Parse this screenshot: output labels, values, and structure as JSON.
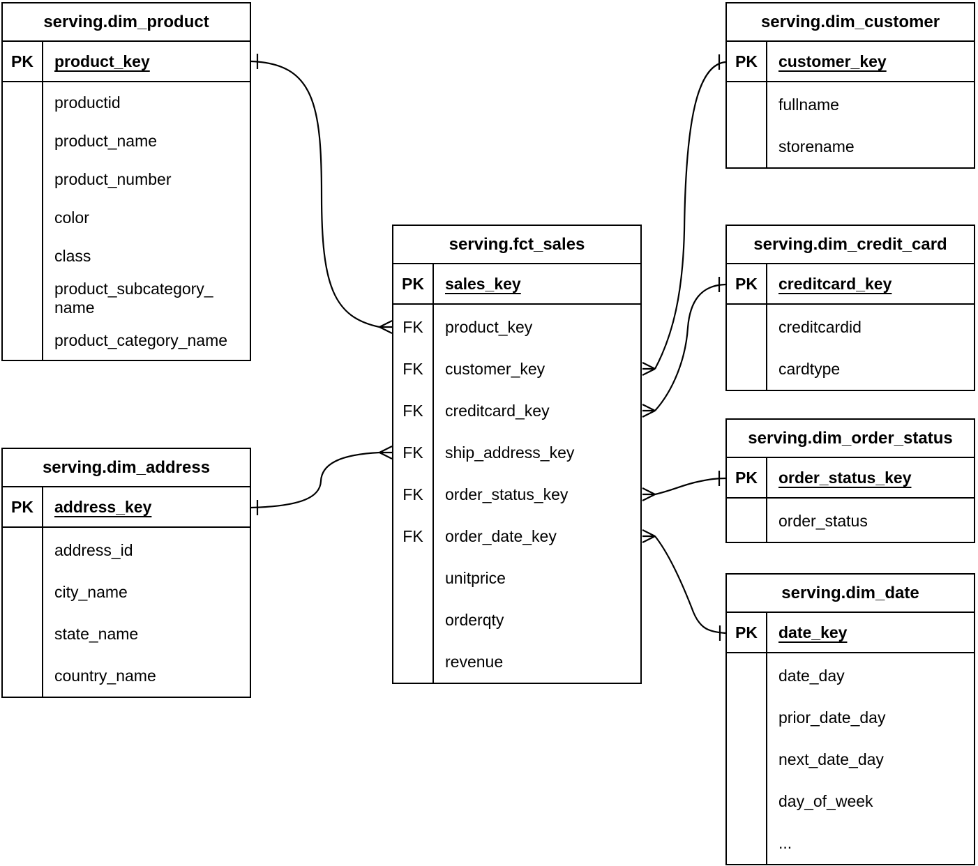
{
  "colors": {
    "background": "#ffffff",
    "line": "#000000",
    "text": "#000000"
  },
  "tables": [
    {
      "title": "serving.dim_product",
      "pk": {
        "label": "PK",
        "field": "product_key"
      },
      "rows": [
        {
          "key": "",
          "name": "productid"
        },
        {
          "key": "",
          "name": "product_name"
        },
        {
          "key": "",
          "name": "product_number"
        },
        {
          "key": "",
          "name": "color"
        },
        {
          "key": "",
          "name": "class"
        },
        {
          "key": "",
          "name": "product_subcategory_name"
        },
        {
          "key": "",
          "name": "product_category_name"
        }
      ]
    },
    {
      "title": "serving.dim_customer",
      "pk": {
        "label": "PK",
        "field": "customer_key"
      },
      "rows": [
        {
          "key": "",
          "name": "fullname"
        },
        {
          "key": "",
          "name": "storename"
        }
      ]
    },
    {
      "title": "serving.fct_sales",
      "pk": {
        "label": "PK",
        "field": "sales_key"
      },
      "rows": [
        {
          "key": "FK",
          "name": "product_key"
        },
        {
          "key": "FK",
          "name": "customer_key"
        },
        {
          "key": "FK",
          "name": "creditcard_key"
        },
        {
          "key": "FK",
          "name": "ship_address_key"
        },
        {
          "key": "FK",
          "name": "order_status_key"
        },
        {
          "key": "FK",
          "name": "order_date_key"
        },
        {
          "key": "",
          "name": "unitprice"
        },
        {
          "key": "",
          "name": "orderqty"
        },
        {
          "key": "",
          "name": "revenue"
        }
      ]
    },
    {
      "title": "serving.dim_credit_card",
      "pk": {
        "label": "PK",
        "field": "creditcard_key"
      },
      "rows": [
        {
          "key": "",
          "name": "creditcardid"
        },
        {
          "key": "",
          "name": "cardtype"
        }
      ]
    },
    {
      "title": "serving.dim_order_status",
      "pk": {
        "label": "PK",
        "field": "order_status_key"
      },
      "rows": [
        {
          "key": "",
          "name": "order_status"
        }
      ]
    },
    {
      "title": "serving.dim_date",
      "pk": {
        "label": "PK",
        "field": "date_key"
      },
      "rows": [
        {
          "key": "",
          "name": "date_day"
        },
        {
          "key": "",
          "name": "prior_date_day"
        },
        {
          "key": "",
          "name": "next_date_day"
        },
        {
          "key": "",
          "name": "day_of_week"
        },
        {
          "key": "",
          "name": "..."
        }
      ]
    },
    {
      "title": "serving.dim_address",
      "pk": {
        "label": "PK",
        "field": "address_key"
      },
      "rows": [
        {
          "key": "",
          "name": "address_id"
        },
        {
          "key": "",
          "name": "city_name"
        },
        {
          "key": "",
          "name": "state_name"
        },
        {
          "key": "",
          "name": "country_name"
        }
      ]
    }
  ],
  "relationships": [
    {
      "from": "serving.dim_product.product_key",
      "to": "serving.fct_sales.product_key",
      "cardinality": "one-to-many"
    },
    {
      "from": "serving.dim_customer.customer_key",
      "to": "serving.fct_sales.customer_key",
      "cardinality": "one-to-many"
    },
    {
      "from": "serving.dim_credit_card.creditcard_key",
      "to": "serving.fct_sales.creditcard_key",
      "cardinality": "one-to-many"
    },
    {
      "from": "serving.dim_address.address_key",
      "to": "serving.fct_sales.ship_address_key",
      "cardinality": "one-to-many"
    },
    {
      "from": "serving.dim_order_status.order_status_key",
      "to": "serving.fct_sales.order_status_key",
      "cardinality": "one-to-many"
    },
    {
      "from": "serving.dim_date.date_key",
      "to": "serving.fct_sales.order_date_key",
      "cardinality": "one-to-many"
    }
  ]
}
